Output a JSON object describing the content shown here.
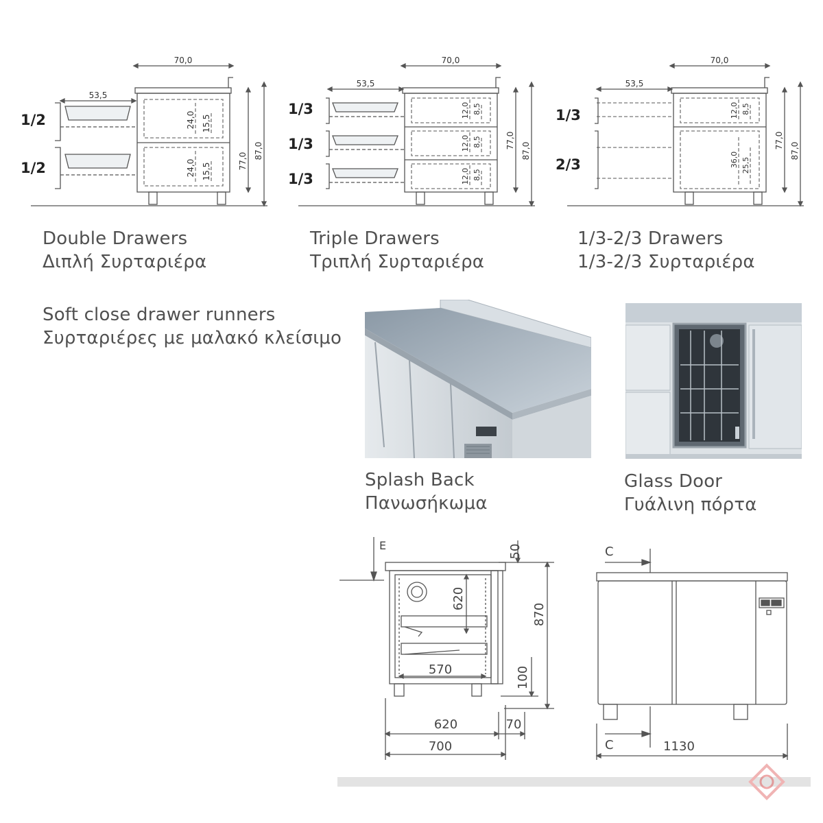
{
  "drawers": [
    {
      "id": "double",
      "caption_en": "Double Drawers",
      "caption_gr": "Διπλή Συρταριέρα",
      "fractions": [
        "1/2",
        "1/2"
      ],
      "width_label": "70,0",
      "depth_label": "53,5",
      "height_label": "77,0",
      "total_height_label": "87,0",
      "inner_labels": [
        "24,0",
        "15,5",
        "24,0",
        "15,5"
      ]
    },
    {
      "id": "triple",
      "caption_en": "Triple Drawers",
      "caption_gr": "Τριπλή Συρταριέρα",
      "fractions": [
        "1/3",
        "1/3",
        "1/3"
      ],
      "width_label": "70,0",
      "depth_label": "53,5",
      "height_label": "77,0",
      "total_height_label": "87,0",
      "inner_labels": [
        "12,0",
        "8,5",
        "12,0",
        "8,5",
        "12,0",
        "8,5"
      ]
    },
    {
      "id": "third-twothird",
      "caption_en": "1/3-2/3 Drawers",
      "caption_gr": "1/3-2/3 Συρταριέρα",
      "fractions": [
        "1/3",
        "2/3"
      ],
      "width_label": "70,0",
      "depth_label": "53,5",
      "height_label": "77,0",
      "total_height_label": "87,0",
      "inner_labels": [
        "12,0",
        "8,5",
        "36,0",
        "25,5"
      ]
    }
  ],
  "soft_close": {
    "caption_en": "Soft close drawer runners",
    "caption_gr": "Συρταριέρες με μαλακό κλείσιμο"
  },
  "splash_back": {
    "caption_en": "Splash Back",
    "caption_gr": "Πανωσήκωμα"
  },
  "glass_door": {
    "caption_en": "Glass Door",
    "caption_gr": "Γυάλινη πόρτα"
  },
  "side_view": {
    "label_e": "E",
    "dim_50": "50",
    "dim_620_vertical": "620",
    "dim_870": "870",
    "dim_570": "570",
    "dim_100": "100",
    "dim_620": "620",
    "dim_70": "70",
    "dim_700": "700"
  },
  "front_view": {
    "label_c_top": "C",
    "label_c_bottom": "C",
    "dim_1130": "1130"
  },
  "colors": {
    "line": "#555555",
    "dash": "#777777",
    "steel_light": "#dfe4e8",
    "steel_mid": "#b9c1c8",
    "steel_dark": "#8e979f",
    "watermark": "#e3e3e3",
    "watermark_logo": "#e06060"
  }
}
